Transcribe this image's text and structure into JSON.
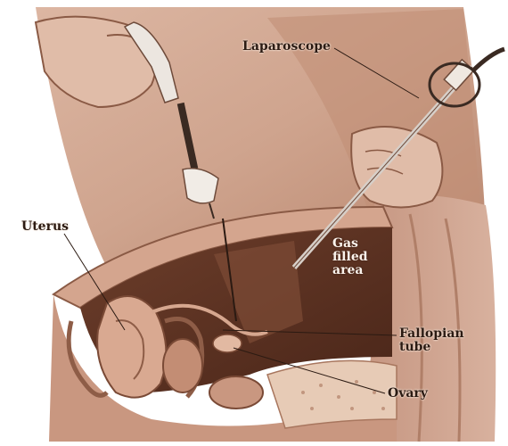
{
  "labels": {
    "laparoscope": "Laparoscope",
    "uterus": "Uterus",
    "gas_filled_area": [
      "Gas",
      "filled",
      "area"
    ],
    "fallopian_tube": [
      "Fallopian",
      "tube"
    ],
    "ovary": "Ovary"
  },
  "colors": {
    "background": "#ffffff",
    "skin": "#c99a82",
    "skin_dark": "#a87660",
    "cavity": "#5c3424",
    "instrument": "#e8e2dc",
    "label_text": "#2b1a12"
  }
}
